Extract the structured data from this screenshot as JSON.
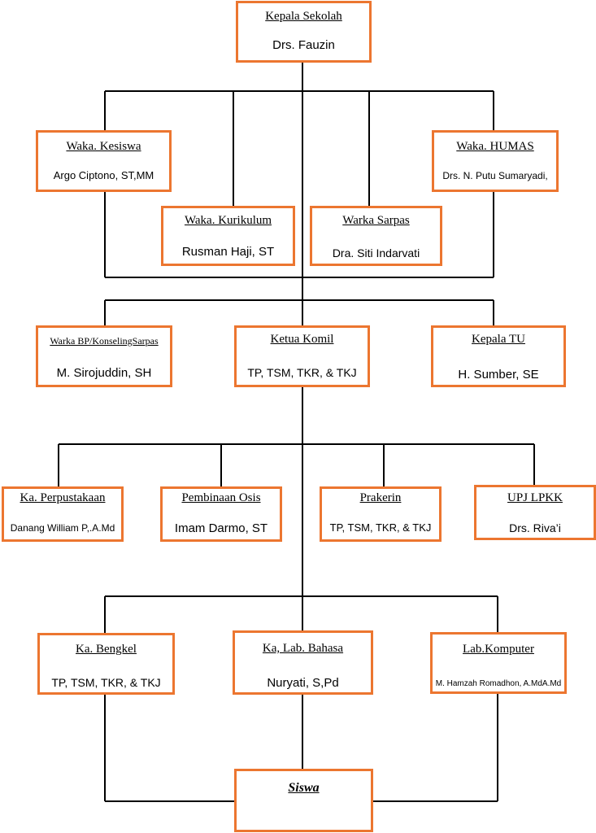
{
  "accent_color": "#ec7630",
  "line_color": "#000000",
  "org_chart": {
    "kepala_sekolah": {
      "title": "Kepala Sekolah",
      "name": "Drs. Fauzin"
    },
    "waka_kesiswa": {
      "title": "Waka. Kesiswa",
      "name": "Argo Ciptono, ST,MM"
    },
    "waka_humas": {
      "title": "Waka. HUMAS",
      "name": "Drs. N. Putu Sumaryadi,"
    },
    "waka_kurikulum": {
      "title": "Waka. Kurikulum",
      "name": "Rusman Haji, ST"
    },
    "warka_sarpas": {
      "title": "Warka Sarpas",
      "name": "Dra. Siti Indarvati"
    },
    "warka_bp": {
      "title": "Warka BP/KonselingSarpas",
      "name": "M. Sirojuddin, SH"
    },
    "ketua_komil": {
      "title": "Ketua Komil",
      "name": "TP, TSM, TKR, & TKJ"
    },
    "kepala_tu": {
      "title": "Kepala TU",
      "name": "H. Sumber, SE"
    },
    "ka_perpustakaan": {
      "title": "Ka. Perpustakaan",
      "name": "Danang William P,.A.Md"
    },
    "pembinaan_osis": {
      "title": "Pembinaan Osis",
      "name": "Imam Darmo, ST"
    },
    "prakerin": {
      "title": "Prakerin",
      "name": "TP, TSM, TKR, & TKJ"
    },
    "upj_lpkk": {
      "title": "UPJ LPKK",
      "name": "Drs. Riva’i"
    },
    "ka_bengkel": {
      "title": "Ka. Bengkel",
      "name": "TP, TSM, TKR, & TKJ"
    },
    "ka_lab_bahasa": {
      "title": "Ka, Lab. Bahasa",
      "name": "Nuryati, S,Pd"
    },
    "lab_komputer": {
      "title": "Lab.Komputer",
      "name": "M. Hamzah Romadhon, A.MdA.Md"
    },
    "siswa": {
      "title": "Siswa"
    }
  }
}
